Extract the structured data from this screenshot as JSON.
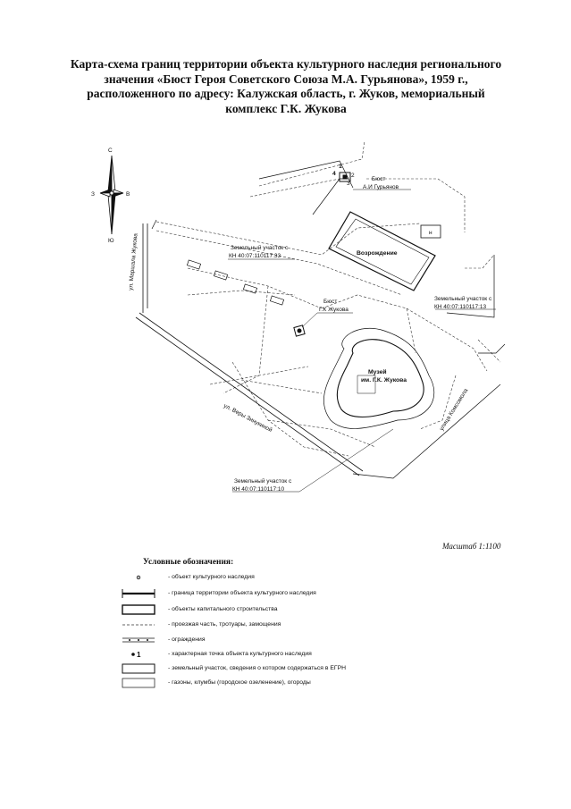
{
  "title": {
    "lines": [
      "Карта-схема границ территории объекта культурного наследия  регионального",
      "значения «Бюст Героя Советского Союза М.А. Гурьянова»,  1959 г.,",
      "расположенного по адресу: Калужская область, г. Жуков, мемориальный",
      "комплекс Г.К. Жукова"
    ]
  },
  "compass": {
    "north": "С",
    "south": "Ю",
    "west": "З",
    "east": "В"
  },
  "map": {
    "points": [
      "1",
      "2",
      "3",
      "4"
    ],
    "bust_gurianov": [
      "Бюст",
      "А.И Гурьянов"
    ],
    "bust_zhukov": [
      "Бюст",
      "Г.К Жукова"
    ],
    "vozrozhdenie": "Возрождение",
    "small_building": "н",
    "parcel_33": [
      "Земельный участок с",
      "КН 40:07:110117:33"
    ],
    "parcel_13": [
      "Земельный участок с",
      "КН 40:07:110117:13"
    ],
    "parcel_10": [
      "Земельный участок с",
      "КН 40:07:110117:10"
    ],
    "museum": [
      "Музей",
      "им. Г.К. Жукова"
    ],
    "street_left": "ул. Маршала Жукова",
    "street_bottom": "ул. Веры Зинукиной",
    "street_right": "улица Комсомола"
  },
  "scale": "Масштаб 1:1100",
  "legend": {
    "title": "Условные обозначения:",
    "items": [
      "- объект культурного наследия",
      "- граница территории объекта культурного наследия",
      "- объекты капитального строительства",
      "- проезжая часть, тротуары, замощения",
      "- ограждения",
      "- характерная точка объекта культурного наследия",
      "- земельный участок, сведения о котором содержаться в ЕГРН",
      "- газоны, клумбы (городское озеленение), огороды"
    ],
    "point_label": "1"
  }
}
